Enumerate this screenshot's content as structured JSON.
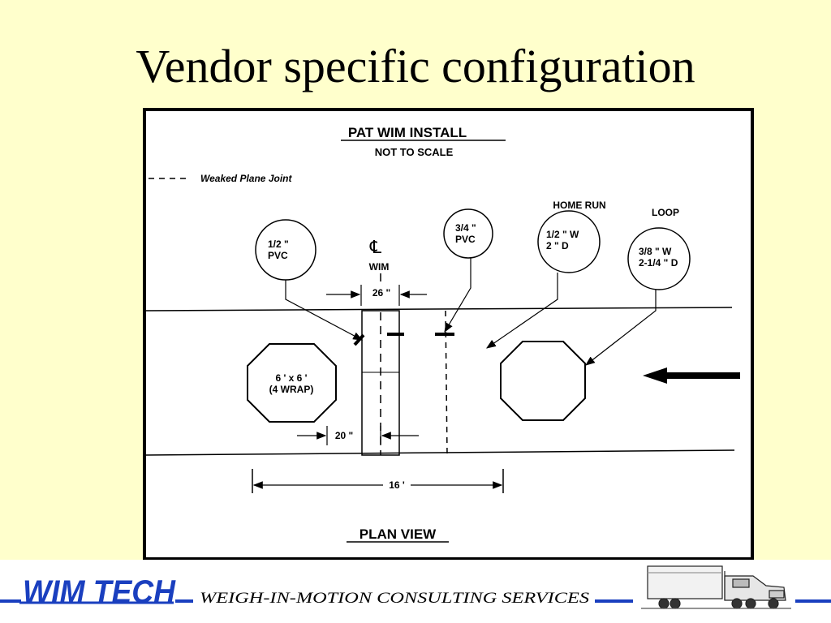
{
  "slide": {
    "title": "Vendor specific configuration"
  },
  "drawing": {
    "heading": "PAT WIM INSTALL",
    "subheading": "NOT TO SCALE",
    "legend_label": "Weaked Plane Joint",
    "centerline_symbol": "℄",
    "centerline_label": "WIM",
    "callouts": {
      "pvc_half": [
        "1/2  \"",
        "PVC"
      ],
      "pvc_three_quarter": [
        "3/4 \"",
        "PVC"
      ],
      "home_run_title": "HOME RUN",
      "home_run": [
        "1/2 \"   W",
        "2 \" D"
      ],
      "loop_title": "LOOP",
      "loop": [
        "3/8 \" W",
        "2-1/4 \" D"
      ]
    },
    "dimensions": {
      "sensor_gap": "26 \"",
      "loop_offset": "20 \"",
      "overall": "16 '"
    },
    "loop_label": [
      "6 ' x 6 '",
      "(4 WRAP)"
    ],
    "view_label": "PLAN VIEW"
  },
  "footer": {
    "logo": "WIM TECH",
    "tagline": "WEIGH-IN-MOTION CONSULTING SERVICES",
    "accent_color": "#1a3fbf"
  }
}
